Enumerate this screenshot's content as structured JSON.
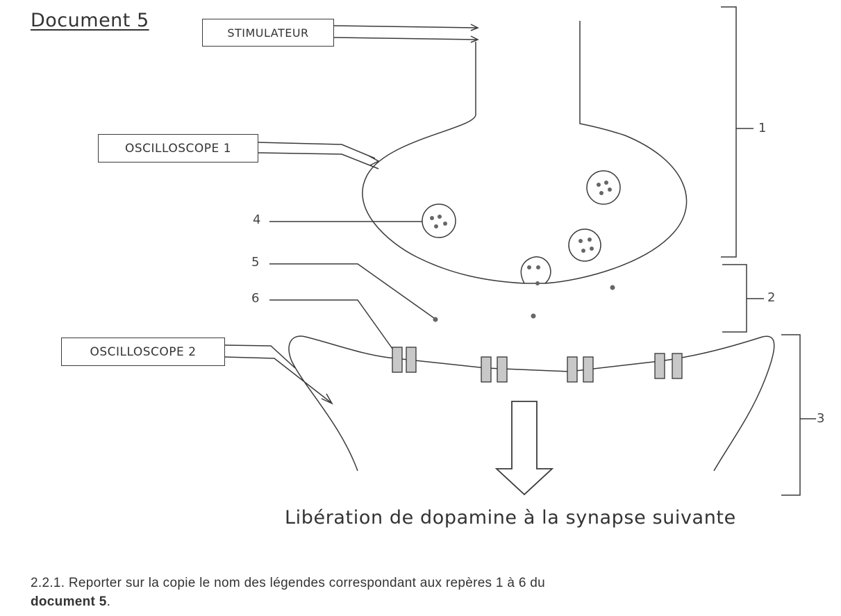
{
  "title": "Document 5",
  "boxes": {
    "stimulator": "STIMULATEUR",
    "oscilloscope1": "OSCILLOSCOPE 1",
    "oscilloscope2": "OSCILLOSCOPE 2"
  },
  "markers": {
    "m1": "1",
    "m2": "2",
    "m3": "3",
    "m4": "4",
    "m5": "5",
    "m6": "6"
  },
  "caption": "Libération de dopamine à la synapse suivante",
  "question": {
    "text": "2.2.1. Reporter sur la copie le nom des légendes correspondant aux repères 1 à 6 du",
    "bold_ref": "document 5",
    "end": "."
  }
}
